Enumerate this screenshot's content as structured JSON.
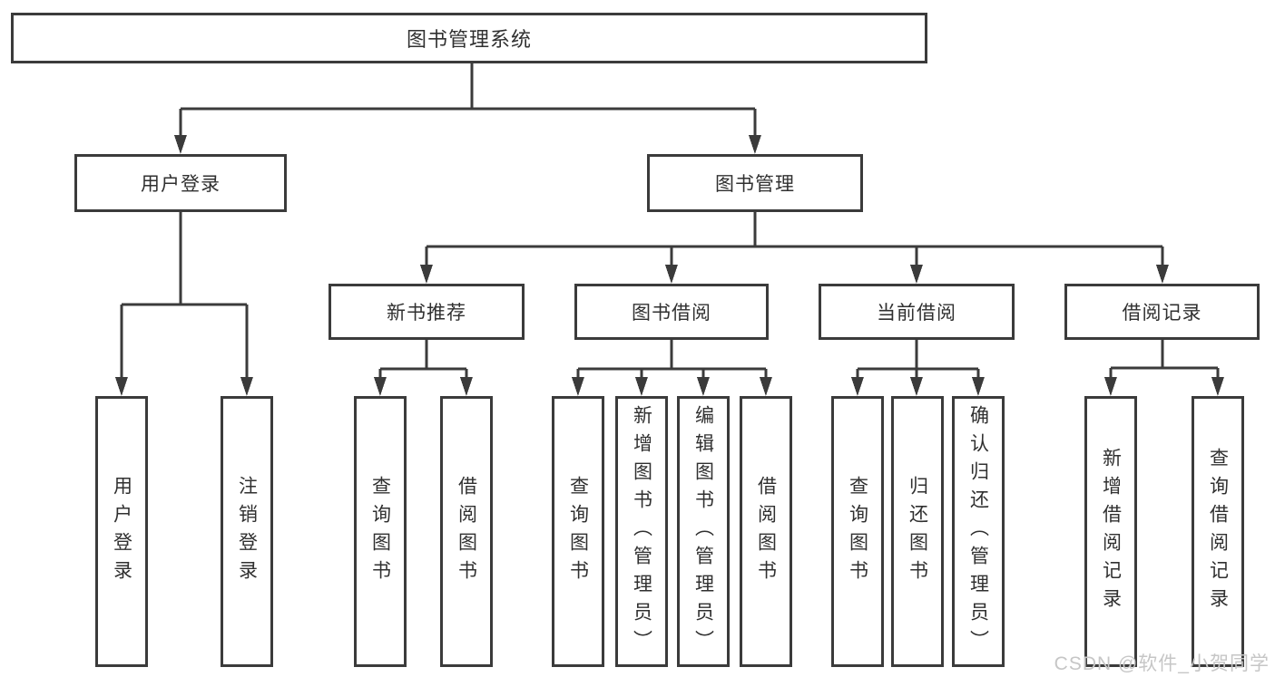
{
  "diagram": {
    "title": "图书管理系统",
    "colors": {
      "line": "#3b3b3b",
      "box_border": "#3b3b3b",
      "text": "#303030",
      "background": "#ffffff",
      "watermark": "#c6c6c6"
    },
    "watermark": {
      "text": "CSDN @软件_小贺同学"
    },
    "tree": {
      "label": "图书管理系统",
      "children": [
        {
          "label": "用户登录",
          "children": [
            {
              "label": "用户登录"
            },
            {
              "label": "注销登录"
            }
          ]
        },
        {
          "label": "图书管理",
          "children": [
            {
              "label": "新书推荐",
              "children": [
                {
                  "label": "查询图书"
                },
                {
                  "label": "借阅图书"
                }
              ]
            },
            {
              "label": "图书借阅",
              "children": [
                {
                  "label": "查询图书"
                },
                {
                  "label": "新增图书（管理员）"
                },
                {
                  "label": "编辑图书（管理员）"
                },
                {
                  "label": "借阅图书"
                }
              ]
            },
            {
              "label": "当前借阅",
              "children": [
                {
                  "label": "查询图书"
                },
                {
                  "label": "归还图书"
                },
                {
                  "label": "确认归还（管理员）"
                }
              ]
            },
            {
              "label": "借阅记录",
              "children": [
                {
                  "label": "新增借阅记录"
                },
                {
                  "label": "查询借阅记录"
                }
              ]
            }
          ]
        }
      ]
    }
  }
}
